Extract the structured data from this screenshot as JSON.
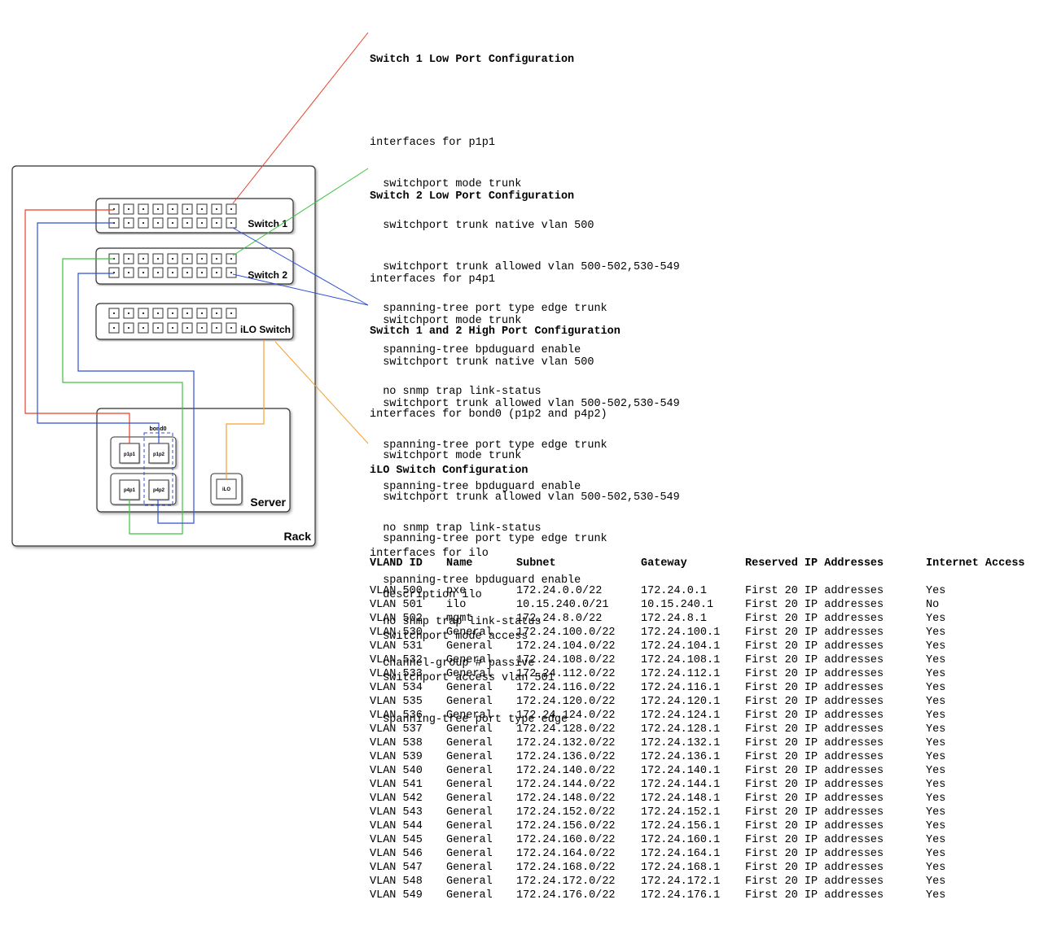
{
  "diagram": {
    "rack_label": "Rack",
    "switch1_label": "Switch 1",
    "switch2_label": "Switch 2",
    "ilo_switch_label": "iLO Switch",
    "server_label": "Server",
    "bond_label": "bond0",
    "ports": {
      "p1p1": "p1p1",
      "p1p2": "p1p2",
      "p4p1": "p4p1",
      "p4p2": "p4p2",
      "ilo": "iLO"
    },
    "colors": {
      "switch1_low": "#e8402b",
      "switch2_low": "#3ec23e",
      "high_ports": "#2f4fd6",
      "ilo": "#f5a030"
    }
  },
  "configs": [
    {
      "title": "Switch 1 Low Port Configuration",
      "lines": [
        "interfaces for p1p1",
        "  switchport mode trunk",
        "  switchport trunk native vlan 500",
        "  switchport trunk allowed vlan 500-502,530-549",
        "  spanning-tree port type edge trunk",
        "  spanning-tree bpduguard enable",
        "  no snmp trap link-status"
      ]
    },
    {
      "title": "Switch 2 Low Port Configuration",
      "lines": [
        "interfaces for p4p1",
        "  switchport mode trunk",
        "  switchport trunk native vlan 500",
        "  switchport trunk allowed vlan 500-502,530-549",
        "  spanning-tree port type edge trunk",
        "  spanning-tree bpduguard enable",
        "  no snmp trap link-status"
      ]
    },
    {
      "title": "Switch 1 and 2 High Port Configuration",
      "lines": [
        "interfaces for bond0 (p1p2 and p4p2)",
        "  switchport mode trunk",
        "  switchport trunk allowed vlan 500-502,530-549",
        "  spanning-tree port type edge trunk",
        "  spanning-tree bpduguard enable",
        "  no snmp trap link-status",
        "  channel-group # passive"
      ]
    },
    {
      "title": "iLO Switch Configuration",
      "lines": [
        "interfaces for ilo",
        "  description ilo",
        "  switchport mode access",
        "  switchport access vlan 501",
        "  spanning-tree port type edge"
      ]
    }
  ],
  "vlan_table": {
    "headers": [
      "VLAND ID",
      "Name",
      "Subnet",
      "Gateway",
      "Reserved IP Addresses",
      "Internet Access"
    ],
    "rows": [
      [
        "VLAN 500",
        "pxe",
        "172.24.0.0/22",
        "172.24.0.1",
        "First 20 IP addresses",
        "Yes"
      ],
      [
        "VLAN 501",
        "ilo",
        "10.15.240.0/21",
        "10.15.240.1",
        "First 20 IP addresses",
        "No"
      ],
      [
        "VLAN 502",
        "mgmt",
        "172.24.8.0/22",
        "172.24.8.1",
        "First 20 IP addresses",
        "Yes"
      ],
      [
        "VLAN 530",
        "General",
        "172.24.100.0/22",
        "172.24.100.1",
        "First 20 IP addresses",
        "Yes"
      ],
      [
        "VLAN 531",
        "General",
        "172.24.104.0/22",
        "172.24.104.1",
        "First 20 IP addresses",
        "Yes"
      ],
      [
        "VLAN 532",
        "General",
        "172.24.108.0/22",
        "172.24.108.1",
        "First 20 IP addresses",
        "Yes"
      ],
      [
        "VLAN 533",
        "General",
        "172.24.112.0/22",
        "172.24.112.1",
        "First 20 IP addresses",
        "Yes"
      ],
      [
        "VLAN 534",
        "General",
        "172.24.116.0/22",
        "172.24.116.1",
        "First 20 IP addresses",
        "Yes"
      ],
      [
        "VLAN 535",
        "General",
        "172.24.120.0/22",
        "172.24.120.1",
        "First 20 IP addresses",
        "Yes"
      ],
      [
        "VLAN 536",
        "General",
        "172.24.124.0/22",
        "172.24.124.1",
        "First 20 IP addresses",
        "Yes"
      ],
      [
        "VLAN 537",
        "General",
        "172.24.128.0/22",
        "172.24.128.1",
        "First 20 IP addresses",
        "Yes"
      ],
      [
        "VLAN 538",
        "General",
        "172.24.132.0/22",
        "172.24.132.1",
        "First 20 IP addresses",
        "Yes"
      ],
      [
        "VLAN 539",
        "General",
        "172.24.136.0/22",
        "172.24.136.1",
        "First 20 IP addresses",
        "Yes"
      ],
      [
        "VLAN 540",
        "General",
        "172.24.140.0/22",
        "172.24.140.1",
        "First 20 IP addresses",
        "Yes"
      ],
      [
        "VLAN 541",
        "General",
        "172.24.144.0/22",
        "172.24.144.1",
        "First 20 IP addresses",
        "Yes"
      ],
      [
        "VLAN 542",
        "General",
        "172.24.148.0/22",
        "172.24.148.1",
        "First 20 IP addresses",
        "Yes"
      ],
      [
        "VLAN 543",
        "General",
        "172.24.152.0/22",
        "172.24.152.1",
        "First 20 IP addresses",
        "Yes"
      ],
      [
        "VLAN 544",
        "General",
        "172.24.156.0/22",
        "172.24.156.1",
        "First 20 IP addresses",
        "Yes"
      ],
      [
        "VLAN 545",
        "General",
        "172.24.160.0/22",
        "172.24.160.1",
        "First 20 IP addresses",
        "Yes"
      ],
      [
        "VLAN 546",
        "General",
        "172.24.164.0/22",
        "172.24.164.1",
        "First 20 IP addresses",
        "Yes"
      ],
      [
        "VLAN 547",
        "General",
        "172.24.168.0/22",
        "172.24.168.1",
        "First 20 IP addresses",
        "Yes"
      ],
      [
        "VLAN 548",
        "General",
        "172.24.172.0/22",
        "172.24.172.1",
        "First 20 IP addresses",
        "Yes"
      ],
      [
        "VLAN 549",
        "General",
        "172.24.176.0/22",
        "172.24.176.1",
        "First 20 IP addresses",
        "Yes"
      ]
    ]
  }
}
